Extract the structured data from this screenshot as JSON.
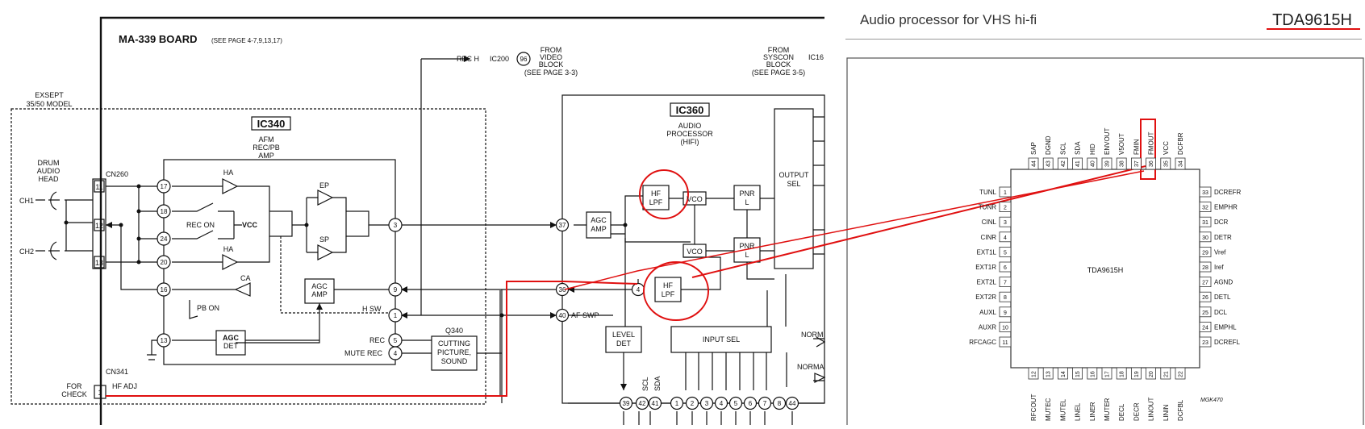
{
  "colors": {
    "ink": "#111111",
    "annotation": "#e01010",
    "datasheet_text": "#333333"
  },
  "schematic": {
    "board_title": "MA-339 BOARD",
    "board_note": "(SEE PAGE 4-7,9,13,17)",
    "except_note_1": "EXSEPT",
    "except_note_2": "35/50 MODEL",
    "ic340": {
      "label": "IC340",
      "func_1": "AFM",
      "func_2": "REC/PB",
      "func_3": "AMP"
    },
    "ic360": {
      "label": "IC360",
      "func_1": "AUDIO",
      "func_2": "PROCESSOR",
      "func_3": "(HIFI)"
    },
    "drum": {
      "line1": "DRUM",
      "line2": "AUDIO",
      "line3": "HEAD",
      "ch1": "CH1",
      "ch2": "CH2"
    },
    "connectors": {
      "cn260": "CN260",
      "cn341": "CN341",
      "cn260_pins": [
        "11",
        "12",
        "13"
      ],
      "cn341_pin": "1"
    },
    "for_check_1": "FOR",
    "for_check_2": "CHECK",
    "hf_adj": "HF ADJ",
    "blocks": {
      "ha": "HA",
      "ep": "EP",
      "sp": "SP",
      "rec_on": "REC ON",
      "vcc": "VCC",
      "ca": "CA",
      "pb_on": "PB ON",
      "agc_amp_1": "AGC",
      "agc_amp_2": "AMP",
      "agc_det_1": "AGC",
      "agc_det_2": "DET",
      "hf_lpf_1": "HF",
      "hf_lpf_2": "LPF",
      "vco": "VCO",
      "pnr_1": "PNR",
      "pnr_2": "L",
      "output_sel_1": "OUTPUT",
      "output_sel_2": "SEL",
      "input_sel": "INPUT SEL",
      "level_det_1": "LEVEL",
      "level_det_2": "DET",
      "cutting_1": "CUTTING",
      "cutting_2": "PICTURE,",
      "cutting_3": "SOUND",
      "q340": "Q340",
      "norm": "NORM",
      "norma": "NORMA"
    },
    "signals": {
      "rec_h": "REC H",
      "ic200": "IC200",
      "ic200_pin": "96",
      "from_video_1": "FROM",
      "from_video_2": "VIDEO",
      "from_video_3": "BLOCK",
      "from_video_4": "(SEE PAGE 3-3)",
      "from_syscon_1": "FROM",
      "from_syscon_2": "SYSCON",
      "from_syscon_3": "BLOCK",
      "from_syscon_4": "(SEE PAGE 3-5)",
      "ic16": "IC16",
      "h_sw": "H SW",
      "rec": "REC",
      "mute_rec": "MUTE REC",
      "af_swp": "AF SWP",
      "scl": "SCL",
      "sda": "SDA"
    },
    "ic340_pins": [
      "17",
      "18",
      "24",
      "20",
      "16",
      "13",
      "3",
      "9",
      "1",
      "5",
      "4"
    ],
    "ic360_pins": [
      "37",
      "36",
      "40",
      "4",
      "39",
      "42",
      "41",
      "1",
      "2",
      "3",
      "4",
      "5",
      "6",
      "7",
      "8",
      "44"
    ]
  },
  "datasheet": {
    "title": "Audio processor for VHS hi-fi",
    "part_number": "TDA9615H",
    "chip_label": "TDA9615H",
    "figure_code": "MGK470",
    "left_pins": [
      {
        "num": "1",
        "name": "TUNL"
      },
      {
        "num": "2",
        "name": "TUNR"
      },
      {
        "num": "3",
        "name": "CINL"
      },
      {
        "num": "4",
        "name": "CINR"
      },
      {
        "num": "5",
        "name": "EXT1L"
      },
      {
        "num": "6",
        "name": "EXT1R"
      },
      {
        "num": "7",
        "name": "EXT2L"
      },
      {
        "num": "8",
        "name": "EXT2R"
      },
      {
        "num": "9",
        "name": "AUXL"
      },
      {
        "num": "10",
        "name": "AUXR"
      },
      {
        "num": "11",
        "name": "RFCAGC"
      }
    ],
    "right_pins": [
      {
        "num": "33",
        "name": "DCREFR"
      },
      {
        "num": "32",
        "name": "EMPHR"
      },
      {
        "num": "31",
        "name": "DCR"
      },
      {
        "num": "30",
        "name": "DETR"
      },
      {
        "num": "29",
        "name": "Vref"
      },
      {
        "num": "28",
        "name": "Iref"
      },
      {
        "num": "27",
        "name": "AGND"
      },
      {
        "num": "26",
        "name": "DETL"
      },
      {
        "num": "25",
        "name": "DCL"
      },
      {
        "num": "24",
        "name": "EMPHL"
      },
      {
        "num": "23",
        "name": "DCREFL"
      }
    ],
    "top_pins": [
      {
        "num": "44",
        "name": "SAP"
      },
      {
        "num": "43",
        "name": "DGND"
      },
      {
        "num": "42",
        "name": "SCL"
      },
      {
        "num": "41",
        "name": "SDA"
      },
      {
        "num": "40",
        "name": "HID"
      },
      {
        "num": "39",
        "name": "ENVOUT"
      },
      {
        "num": "38",
        "name": "V5OUT"
      },
      {
        "num": "37",
        "name": "FMIN"
      },
      {
        "num": "36",
        "name": "FMOUT"
      },
      {
        "num": "35",
        "name": "VCC"
      },
      {
        "num": "34",
        "name": "DCFBR"
      }
    ],
    "bottom_pins": [
      {
        "num": "12",
        "name": "RFCOUT"
      },
      {
        "num": "13",
        "name": "MUTEC"
      },
      {
        "num": "14",
        "name": "MUTEL"
      },
      {
        "num": "15",
        "name": "LINEL"
      },
      {
        "num": "16",
        "name": "LINER"
      },
      {
        "num": "17",
        "name": "MUTER"
      },
      {
        "num": "18",
        "name": "DECL"
      },
      {
        "num": "19",
        "name": "DECR"
      },
      {
        "num": "20",
        "name": "LINOUT"
      },
      {
        "num": "21",
        "name": "LININ"
      },
      {
        "num": "22",
        "name": "DCFBL"
      }
    ]
  }
}
